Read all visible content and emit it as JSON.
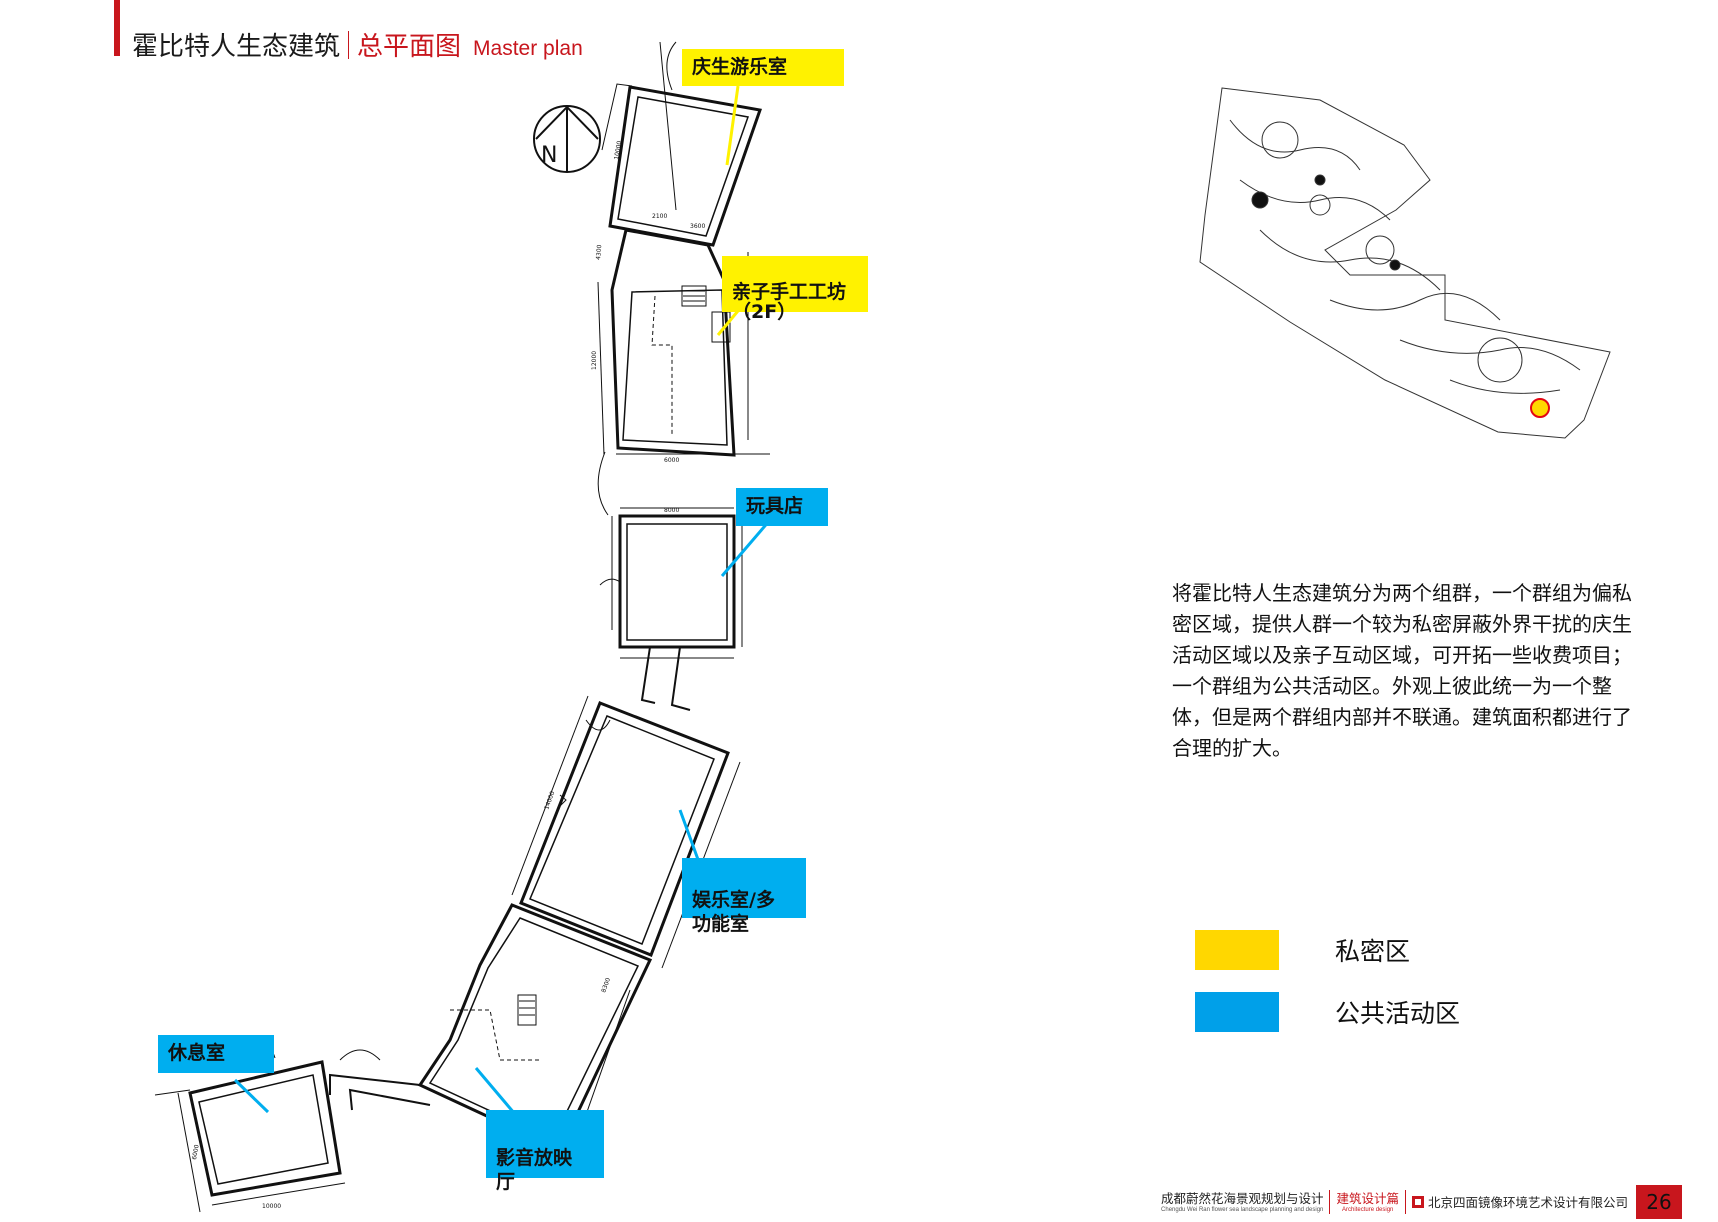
{
  "header": {
    "title": "霍比特人生态建筑",
    "subtitle": "总平面图",
    "subtitle_en": "Master plan"
  },
  "compass": {
    "label": "N"
  },
  "zones": [
    {
      "label": "庆生游乐室",
      "zone": "private"
    },
    {
      "label": "亲子手工工坊\n（2F）",
      "zone": "private"
    },
    {
      "label": "玩具店",
      "zone": "public"
    },
    {
      "label": "娱乐室/多\n功能室",
      "zone": "public"
    },
    {
      "label": "休息室",
      "zone": "public"
    },
    {
      "label": "影音放映\n厅",
      "zone": "public"
    }
  ],
  "dimensions": [
    "10000",
    "2100",
    "3600",
    "4300",
    "12000",
    "6000",
    "8000",
    "14000",
    "8300",
    "10000",
    "6000"
  ],
  "description": "将霍比特人生态建筑分为两个组群，一个群组为偏私密区域，提供人群一个较为私密屏蔽外界干扰的庆生活动区域以及亲子互动区域，可开拓一些收费项目；一个群组为公共活动区。外观上彼此统一为一个整体，但是两个群组内部并不联通。建筑面积都进行了合理的扩大。",
  "legend": [
    {
      "label": "私密区",
      "color": "#ffd700"
    },
    {
      "label": "公共活动区",
      "color": "#00a0e9"
    }
  ],
  "colors": {
    "accent": "#c8161d",
    "private": "#fff200",
    "public": "#00aeef"
  },
  "footer": {
    "project": "成都蔚然花海景观规划与设计",
    "project_en": "Chengdu Wei Ran flower sea  landscape planning and design",
    "section": "建筑设计篇",
    "section_en": "Architecture design",
    "company": "北京四面镜像环境艺术设计有限公司",
    "page": "26"
  }
}
